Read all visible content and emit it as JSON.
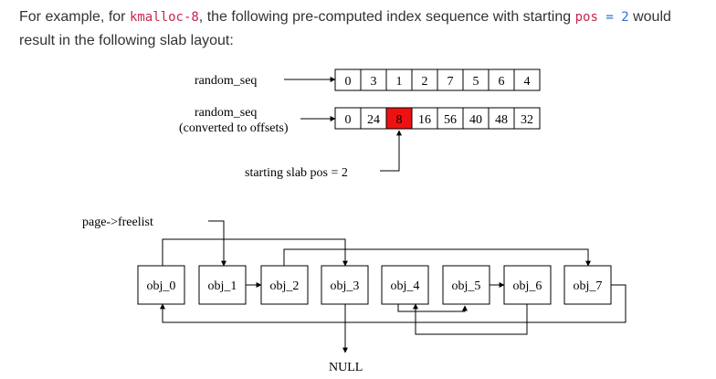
{
  "intro": {
    "t1": "For example, for ",
    "code1": "kmalloc-8",
    "t2": ", the following pre-computed index sequence with starting ",
    "code2": "pos",
    "op": "=",
    "code3": "2",
    "t3": " would result in the following slab layout:"
  },
  "diagram": {
    "label_seq": "random_seq",
    "label_seq2": "random_seq",
    "label_offsets": "(converted to offsets)",
    "seq": [
      "0",
      "3",
      "1",
      "2",
      "7",
      "5",
      "6",
      "4"
    ],
    "offsets": [
      "0",
      "24",
      "8",
      "16",
      "56",
      "40",
      "48",
      "32"
    ],
    "highlight_index": 2,
    "highlight_color": "#ee1111",
    "label_start": "starting slab pos = 2",
    "label_freelist": "page->freelist",
    "objs": [
      "obj_0",
      "obj_1",
      "obj_2",
      "obj_3",
      "obj_4",
      "obj_5",
      "obj_6",
      "obj_7"
    ],
    "label_null": "NULL"
  }
}
